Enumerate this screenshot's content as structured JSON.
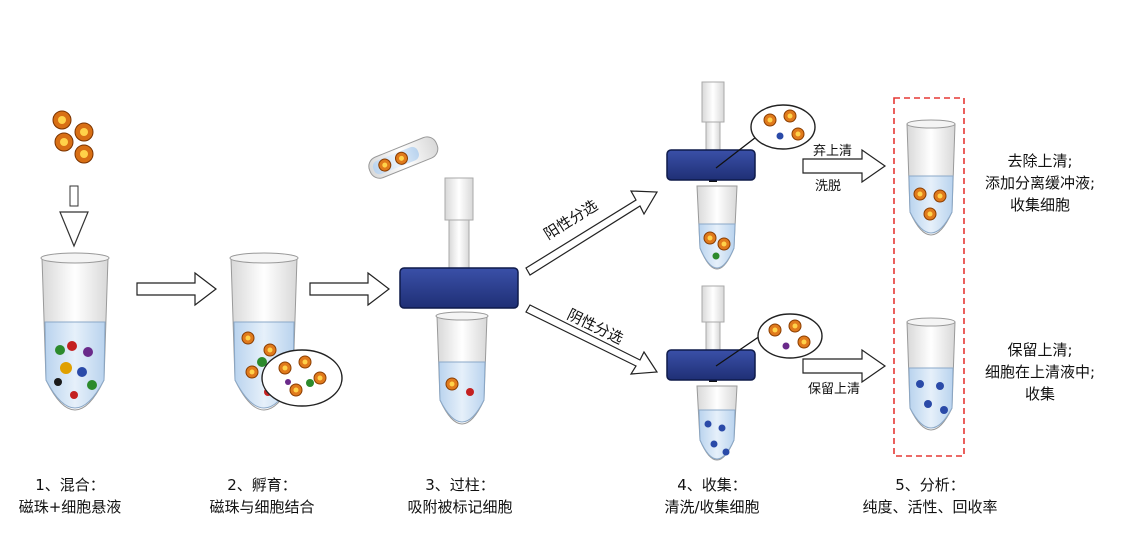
{
  "steps": [
    {
      "title": "1、混合：",
      "sub": "磁珠+细胞悬液"
    },
    {
      "title": "2、孵育：",
      "sub": "磁珠与细胞结合"
    },
    {
      "title": "3、过柱：",
      "sub": "吸附被标记细胞"
    },
    {
      "title": "4、收集：",
      "sub": "清洗/收集细胞"
    },
    {
      "title": "5、分析：",
      "sub": "纯度、活性、回收率"
    }
  ],
  "branches": {
    "positive": "阳性分选",
    "negative": "阴性分选"
  },
  "positive_path": {
    "discard_label": "弃上清",
    "elute_label": "洗脱",
    "notes": [
      "去除上清;",
      "添加分离缓冲液;",
      "收集细胞"
    ]
  },
  "negative_path": {
    "keep_label": "保留上清",
    "notes": [
      "保留上清;",
      "细胞在上清液中;",
      "收集"
    ]
  },
  "colors": {
    "magnet": "#2b3d8f",
    "liquid": "#cfe0f3",
    "bead": "#e07a1c",
    "highlight_box": "#e53935"
  }
}
